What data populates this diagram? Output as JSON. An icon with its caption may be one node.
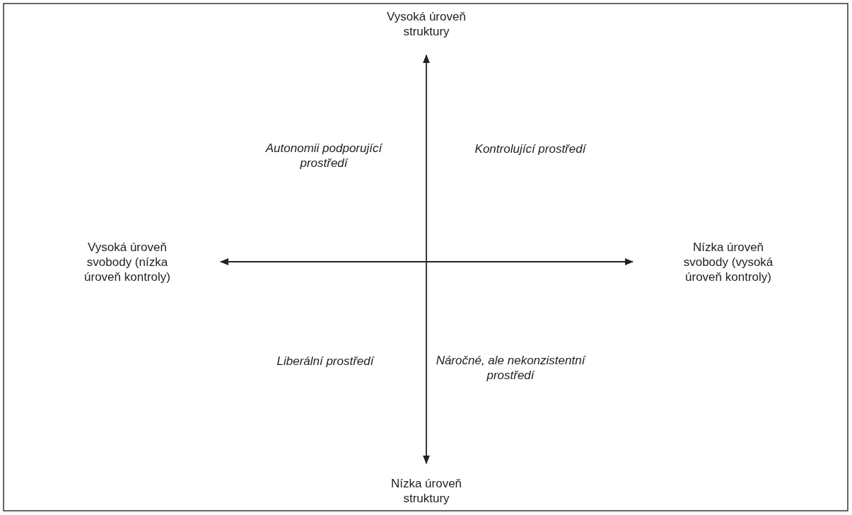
{
  "diagram": {
    "labels": [
      "Vysoká úroveň struktury",
      "Autonomii podporující prostředí",
      "Kontrolující prostředí",
      "Vysoká úroveň svobody (nízka úroveň kontroly)",
      "Nízka úroveň svobody (vysoká úroveň kontroly)",
      "Liberální prostředí",
      "Náročné, ale nekonzistentní prostředí",
      "Nízka úroveň struktury"
    ]
  }
}
